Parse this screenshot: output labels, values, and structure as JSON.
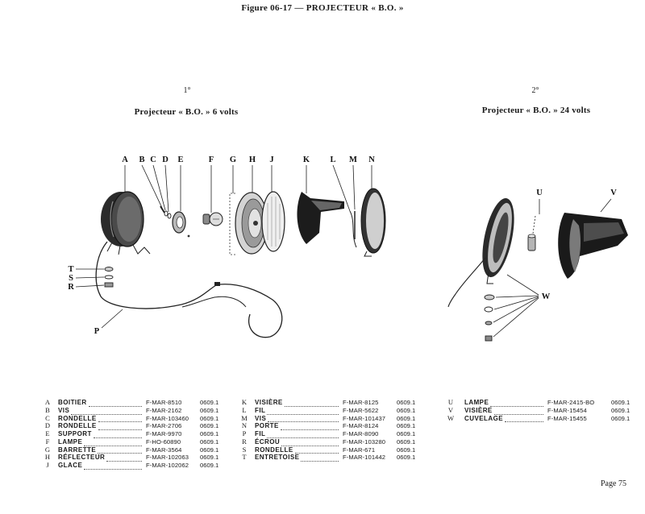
{
  "header": {
    "figure_title": "Figure 06-17 — PROJECTEUR « B.O. »"
  },
  "section_1": {
    "number": "1°",
    "title": "Projecteur « B.O. » 6 volts"
  },
  "section_2": {
    "number": "2°",
    "title": "Projecteur « B.O. » 24 volts"
  },
  "diagram_1": {
    "callouts_top": [
      "A",
      "B",
      "C",
      "D",
      "E",
      "F",
      "G",
      "H",
      "J",
      "K",
      "L",
      "M",
      "N"
    ],
    "callouts_side": [
      "T",
      "S",
      "R"
    ],
    "callout_wire": "P"
  },
  "diagram_2": {
    "callouts": [
      "U",
      "V",
      "W"
    ]
  },
  "parts_list": {
    "columns": [
      [
        {
          "ref": "A",
          "name": "BOITIER",
          "part_no": "F-MAR-8510",
          "code": "0609.1"
        },
        {
          "ref": "B",
          "name": "VIS",
          "part_no": "F-MAR-2162",
          "code": "0609.1"
        },
        {
          "ref": "C",
          "name": "RONDELLE",
          "part_no": "F-MAR-103460",
          "code": "0609.1"
        },
        {
          "ref": "D",
          "name": "RONDELLE",
          "part_no": "F-MAR-2706",
          "code": "0609.1"
        },
        {
          "ref": "E",
          "name": "SUPPORT",
          "part_no": "F-MAR-9970",
          "code": "0609.1"
        },
        {
          "ref": "F",
          "name": "LAMPE",
          "part_no": "F-HO-60890",
          "code": "0609.1"
        },
        {
          "ref": "G",
          "name": "BARRETTE",
          "part_no": "F-MAR-3564",
          "code": "0609.1"
        },
        {
          "ref": "H",
          "name": "RÉFLECTEUR",
          "part_no": "F-MAR-102063",
          "code": "0609.1"
        },
        {
          "ref": "J",
          "name": "GLACE",
          "part_no": "F-MAR-102062",
          "code": "0609.1"
        }
      ],
      [
        {
          "ref": "K",
          "name": "VISIÈRE",
          "part_no": "F-MAR-8125",
          "code": "0609.1"
        },
        {
          "ref": "L",
          "name": "FIL",
          "part_no": "F-MAR-5622",
          "code": "0609.1"
        },
        {
          "ref": "M",
          "name": "VIS",
          "part_no": "F-MAR-101437",
          "code": "0609.1"
        },
        {
          "ref": "N",
          "name": "PORTE",
          "part_no": "F-MAR-8124",
          "code": "0609.1"
        },
        {
          "ref": "P",
          "name": "FIL",
          "part_no": "F-MAR-8090",
          "code": "0609.1"
        },
        {
          "ref": "R",
          "name": "ÉCROU",
          "part_no": "F-MAR-103280",
          "code": "0609.1"
        },
        {
          "ref": "S",
          "name": "RONDELLE",
          "part_no": "F-MAR-671",
          "code": "0609.1"
        },
        {
          "ref": "T",
          "name": "ENTRETOISE",
          "part_no": "F-MAR-101442",
          "code": "0609.1"
        }
      ],
      [
        {
          "ref": "U",
          "name": "LAMPE",
          "part_no": "F-MAR-2415-BO",
          "code": "0609.1"
        },
        {
          "ref": "V",
          "name": "VISIÈRE",
          "part_no": "F-MAR-15454",
          "code": "0609.1"
        },
        {
          "ref": "W",
          "name": "CUVELAGE",
          "part_no": "F-MAR-15455",
          "code": "0609.1"
        }
      ]
    ]
  },
  "footer": {
    "page_label": "Page 75"
  }
}
